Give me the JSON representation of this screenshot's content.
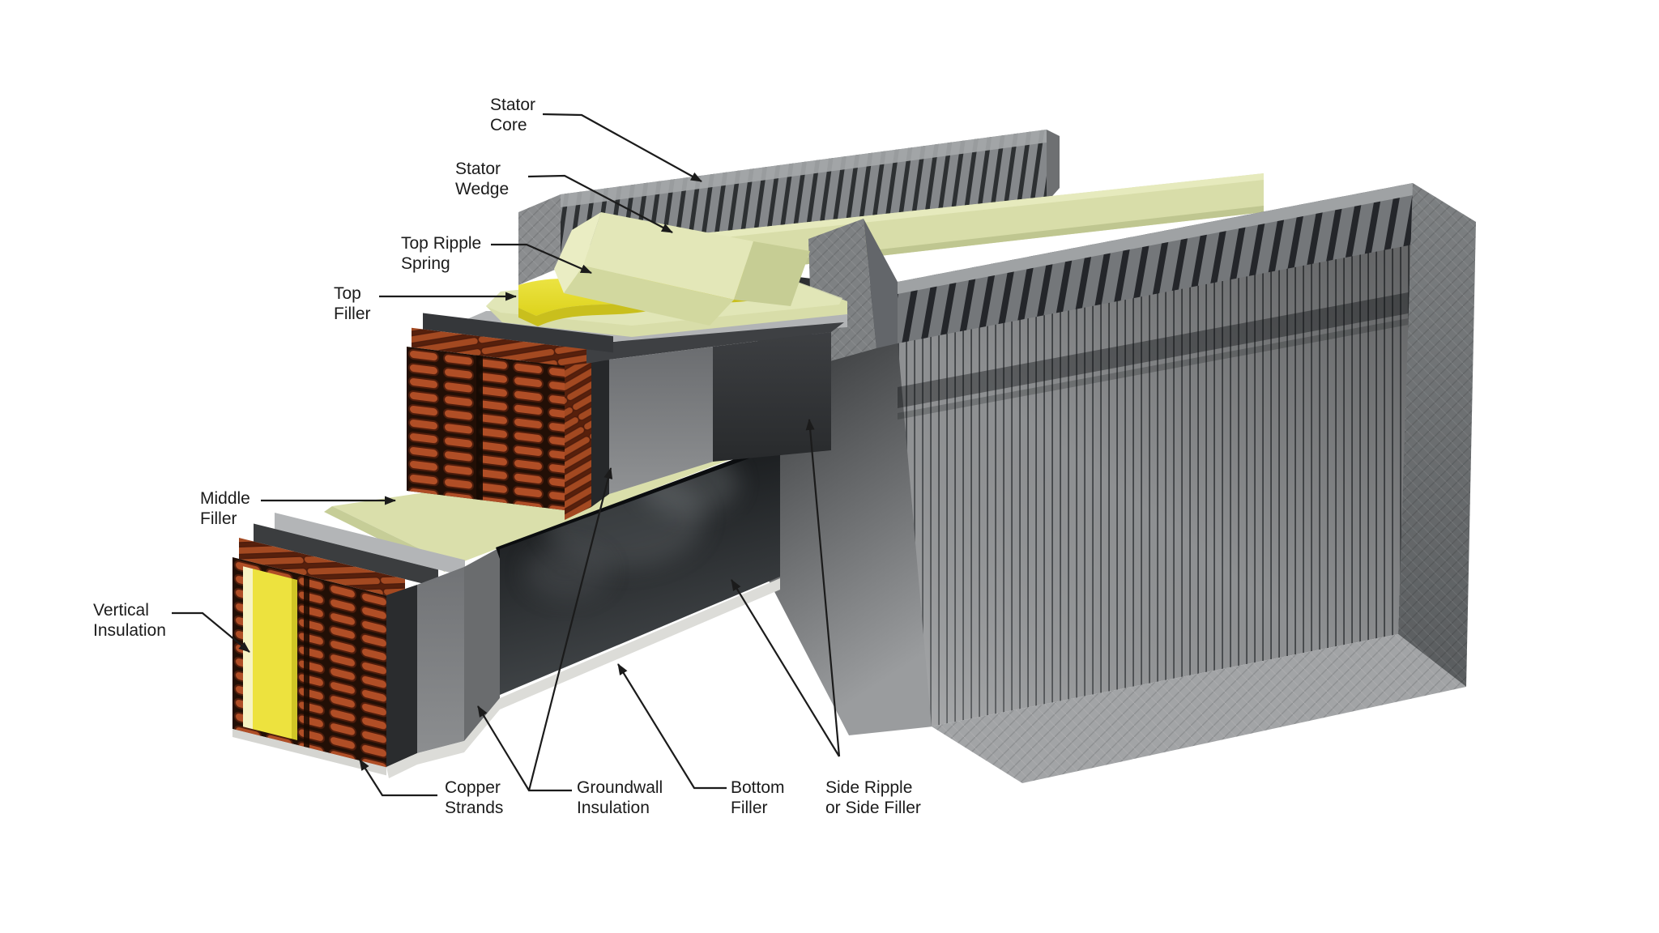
{
  "figure": {
    "kind": "3d-technical-diagram",
    "labels": [
      {
        "id": "stator-core",
        "line1": "Stator",
        "line2": "Core"
      },
      {
        "id": "stator-wedge",
        "line1": "Stator",
        "line2": "Wedge"
      },
      {
        "id": "top-ripple-spring",
        "line1": "Top Ripple",
        "line2": "Spring"
      },
      {
        "id": "top-filler",
        "line1": "Top",
        "line2": "Filler"
      },
      {
        "id": "middle-filler",
        "line1": "Middle",
        "line2": "Filler"
      },
      {
        "id": "vertical-insulation",
        "line1": "Vertical",
        "line2": "Insulation"
      },
      {
        "id": "copper-strands",
        "line1": "Copper",
        "line2": "Strands"
      },
      {
        "id": "groundwall-insulation",
        "line1": "Groundwall",
        "line2": "Insulation"
      },
      {
        "id": "bottom-filler",
        "line1": "Bottom",
        "line2": "Filler"
      },
      {
        "id": "side-ripple",
        "line1": "Side Ripple",
        "line2": "or Side Filler"
      }
    ],
    "colors": {
      "background": "#FFFFFF",
      "label_text": "#1B1B1B",
      "copper": "#A84C24",
      "ripple_spring_yellow": "#E9DF2E",
      "vertical_insulation_yellow": "#EDE23E",
      "filler_pale_green": "#D8DDA9",
      "stator_core_gray": "#8E9092",
      "groundwall_charcoal": "#3A3C3E",
      "glossy_groundwall_black": "#121416"
    }
  }
}
